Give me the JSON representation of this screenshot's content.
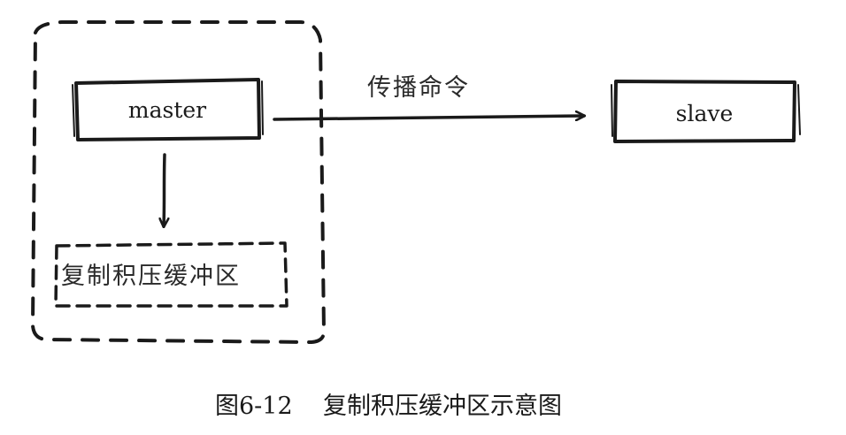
{
  "diagram": {
    "nodes": {
      "master": "master",
      "slave": "slave",
      "buffer": "复制积压缓冲区"
    },
    "edges": {
      "propagate": "传播命令"
    },
    "caption": {
      "figure_number": "图6-12",
      "title": "复制积压缓冲区示意图"
    }
  }
}
